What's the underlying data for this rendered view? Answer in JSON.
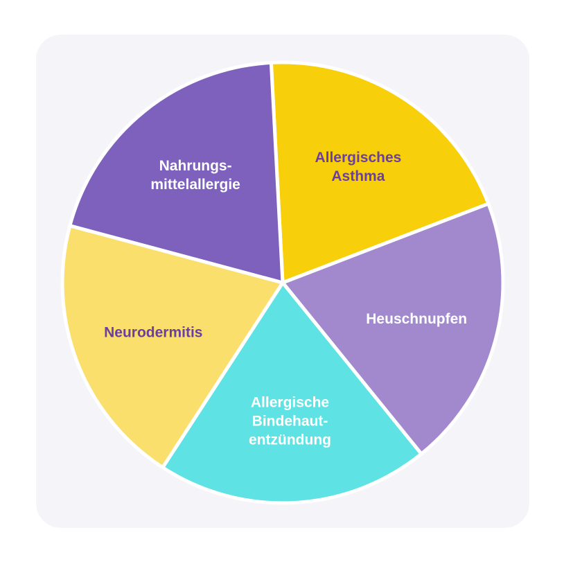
{
  "chart_data": {
    "type": "pie",
    "title": "",
    "slices": [
      {
        "label_lines": [
          "Allergisches",
          "Asthma"
        ],
        "value": 20,
        "color": "#f8cf0b",
        "label_color": "#6a3fa0"
      },
      {
        "label_lines": [
          "Heuschnupfen"
        ],
        "value": 20,
        "color": "#a289cd",
        "label_color": "#ffffff"
      },
      {
        "label_lines": [
          "Allergische",
          "Bindehaut-",
          "entzündung"
        ],
        "value": 20,
        "color": "#5ee2e3",
        "label_color": "#ffffff"
      },
      {
        "label_lines": [
          "Neurodermitis"
        ],
        "value": 20,
        "color": "#fadf6c",
        "label_color": "#6a3fa0"
      },
      {
        "label_lines": [
          "Nahrungs-",
          "mittelallergie"
        ],
        "value": 20,
        "color": "#7e60bd",
        "label_color": "#ffffff"
      }
    ]
  }
}
